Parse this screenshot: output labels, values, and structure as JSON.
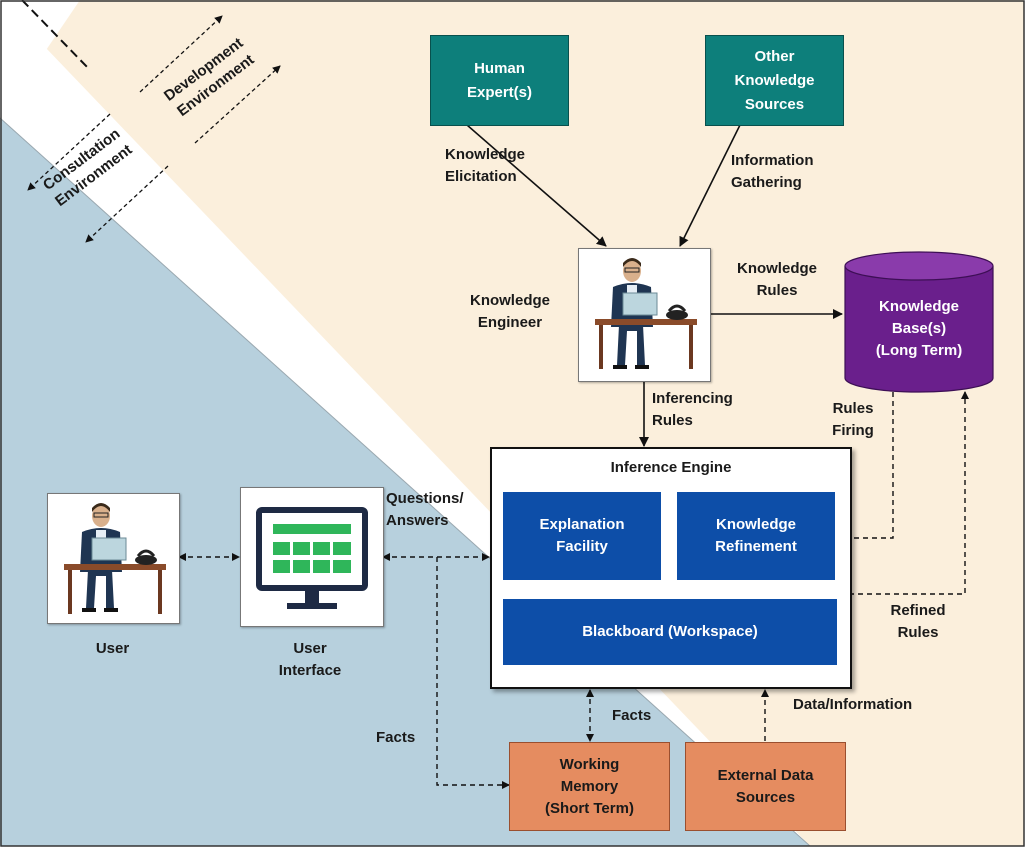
{
  "environments": {
    "development": "Development\nEnvironment",
    "consultation": "Consultation\nEnvironment"
  },
  "nodes": {
    "human_experts": "Human\nExpert(s)",
    "other_sources": "Other\nKnowledge\nSources",
    "knowledge_engineer": "Knowledge\nEngineer",
    "knowledge_base": "Knowledge\nBase(s)\n(Long Term)",
    "inference_engine": "Inference Engine",
    "explanation_facility": "Explanation\nFacility",
    "knowledge_refinement": "Knowledge\nRefinement",
    "blackboard": "Blackboard (Workspace)",
    "user": "User",
    "user_interface": "User\nInterface",
    "working_memory": "Working\nMemory\n(Short Term)",
    "external_data": "External Data\nSources"
  },
  "edges": {
    "knowledge_elicitation": "Knowledge\nElicitation",
    "information_gathering": "Information\nGathering",
    "knowledge_rules": "Knowledge\nRules",
    "inferencing_rules": "Inferencing\nRules",
    "rules_firing": "Rules\nFiring",
    "refined_rules": "Refined\nRules",
    "questions_answers": "Questions/\nAnswers",
    "facts_left": "Facts",
    "facts_center": "Facts",
    "data_information": "Data/Information"
  },
  "colors": {
    "development_bg": "#fbefdc",
    "consultation_bg": "#b7d0dd",
    "teal_box": "#0d7f7b",
    "blue_box": "#0d4ea8",
    "orange_box": "#e58c60",
    "knowledge_base": "#6a1f8c"
  }
}
